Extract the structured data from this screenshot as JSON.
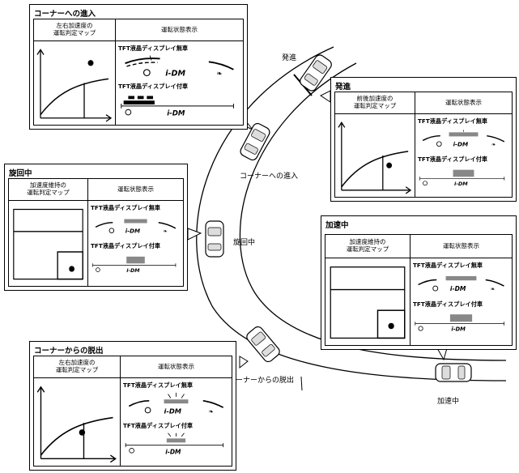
{
  "road_labels": {
    "start": "発進",
    "corner_entry": "コーナーへの進入",
    "cornering": "旋回中",
    "corner_exit": "コーナーからの脱出",
    "accelerating": "加速中"
  },
  "panels": {
    "corner_entry": {
      "title": "コーナーへの進入",
      "map_header": "左右加速度の\n運転判定マップ",
      "status_header": "運転状態表示",
      "no_tft": "TFT液晶ディスプレイ無車",
      "with_tft": "TFT液晶ディスプレイ付車"
    },
    "start": {
      "title": "発進",
      "map_header": "前後加速度の\n運転判定マップ",
      "status_header": "運転状態表示",
      "no_tft": "TFT液晶ディスプレイ無車",
      "with_tft": "TFT液晶ディスプレイ付車"
    },
    "cornering": {
      "title": "旋回中",
      "map_header": "加速度維持の\n運転判定マップ",
      "status_header": "運転状態表示",
      "no_tft": "TFT液晶ディスプレイ無車",
      "with_tft": "TFT液晶ディスプレイ付車"
    },
    "accelerating": {
      "title": "加速中",
      "map_header": "加速度維持の\n運転判定マップ",
      "status_header": "運転状態表示",
      "no_tft": "TFT液晶ディスプレイ無車",
      "with_tft": "TFT液晶ディスプレイ付車"
    },
    "corner_exit": {
      "title": "コーナーからの脱出",
      "map_header": "左右加速度の\n運転判定マップ",
      "status_header": "運転状態表示",
      "no_tft": "TFT液晶ディスプレイ無車",
      "with_tft": "TFT液晶ディスプレイ付車"
    }
  },
  "indicator_text": "i-DM",
  "colors": {
    "line": "#000000",
    "gauge": "#888888",
    "panel_bg": "#ffffff"
  }
}
